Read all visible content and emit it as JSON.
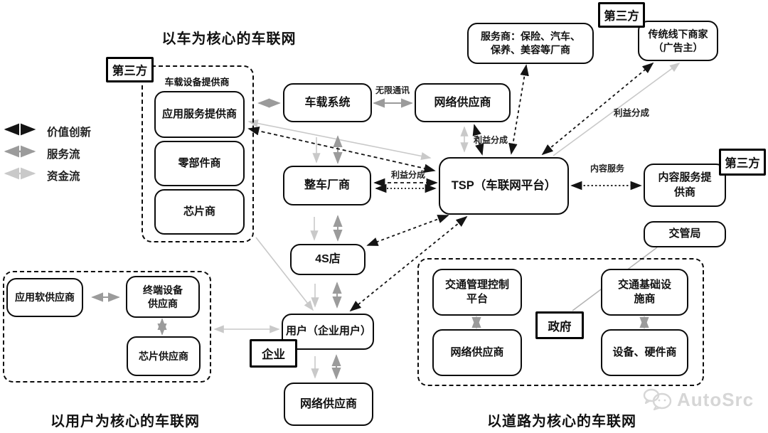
{
  "titles": {
    "vehicle": "以车为核心的车联网",
    "user": "以用户为核心的车联网",
    "road": "以道路为核心的车联网"
  },
  "legend": {
    "value_innovation": "价值创新",
    "service_flow": "服务流",
    "capital_flow": "资金流"
  },
  "tags": {
    "third_party_left": "第三方",
    "third_party_top": "第三方",
    "third_party_right": "第三方",
    "enterprise": "企业",
    "government": "政府"
  },
  "nodes": {
    "vehicle_group_label": "车载设备提供商",
    "app_service_provider": "应用服务提供商",
    "parts_maker": "零部件商",
    "chip_maker": "芯片商",
    "vehicle_system": "车载系统",
    "network_provider_top": "网络供应商",
    "service_providers": "服务商：保险、汽车、\n保养、美容等厂商",
    "offline_merchants": "传统线下商家\n（广告主）",
    "tsp": "TSP（车联网平台）",
    "content_service_provider": "内容服务提\n供商",
    "traffic_bureau": "交管局",
    "oem": "整车厂商",
    "dealer_4s": "4S店",
    "user": "用户（企业用户）",
    "network_provider_bottom": "网络供应商",
    "app_software_provider": "应用软供应商",
    "terminal_device_provider": "终端设备\n供应商",
    "chip_provider": "芯片供应商",
    "traffic_mgmt_platform": "交通管理控制\n平台",
    "network_provider_road": "网络供应商",
    "traffic_infra_provider": "交通基础设\n施商",
    "device_hardware_provider": "设备、硬件商"
  },
  "edge_labels": {
    "wireless_comm": "无限通讯",
    "profit_share_network": "利益分成",
    "profit_share_oem": "利益分成",
    "profit_share_merchant": "利益分成",
    "content_service": "内容服务"
  },
  "watermark": "AutoSrc",
  "colors": {
    "value_innovation": "#141414",
    "service_flow": "#9b9b9b",
    "capital_flow": "#c9c9c9"
  }
}
